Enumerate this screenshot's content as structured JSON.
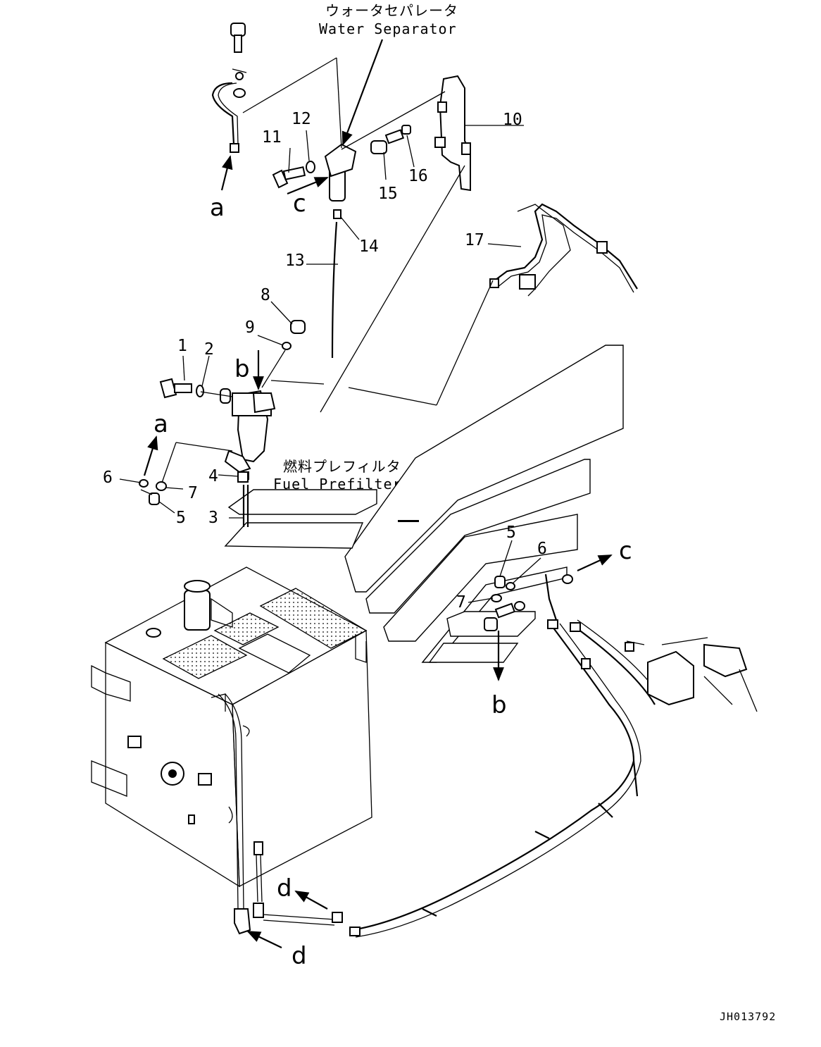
{
  "titles": {
    "water_separator_jp": "ウォータセパレータ",
    "water_separator_en": "Water Separator",
    "fuel_prefilter_jp": "燃料プレフィルタ",
    "fuel_prefilter_en": "Fuel Prefilter"
  },
  "part_labels": {
    "p1": "1",
    "p2": "2",
    "p3": "3",
    "p4": "4",
    "p5a": "5",
    "p5b": "5",
    "p6a": "6",
    "p6b": "6",
    "p7a": "7",
    "p7b": "7",
    "p8": "8",
    "p9": "9",
    "p10": "10",
    "p11": "11",
    "p12": "12",
    "p13": "13",
    "p14": "14",
    "p15": "15",
    "p16": "16",
    "p17": "17"
  },
  "ref_letters": {
    "a_top": "a",
    "a_mid": "a",
    "b_mid": "b",
    "b_low": "b",
    "c_top": "c",
    "c_right": "c",
    "d_upper": "d",
    "d_lower": "d"
  },
  "drawing_code": "JH013792"
}
